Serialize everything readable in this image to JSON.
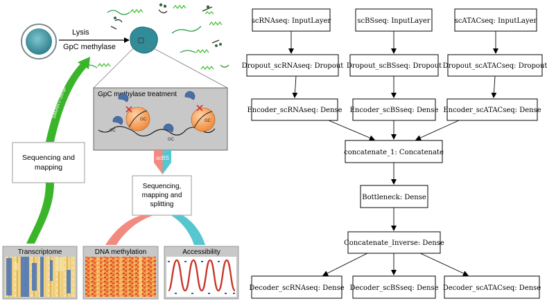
{
  "workflow": {
    "lysis_label": "Lysis",
    "methylase_label": "GpC methylase",
    "treatment_title": "GpC methylase treatment",
    "gc_label": "GC",
    "smart_seq_label": "SMART-Seq2",
    "seq_mapping_label_line1": "Sequencing and",
    "seq_mapping_label_line2": "mapping",
    "scbs_label": "scBS",
    "seq_split_line1": "Sequencing,",
    "seq_split_line2": "mapping and",
    "seq_split_line3": "splitting",
    "panel_transcriptome": "Transcriptome",
    "panel_dna_methylation": "DNA methylation",
    "panel_accessibility": "Accessibility",
    "colors": {
      "smart_green": "#3ab52a",
      "scbs_red": "#f28a80",
      "access_teal": "#56c6cf",
      "cell_teal": "#3f9aa6",
      "treatment_bg": "#c8c8c8",
      "nucleosome_orange": "#f6a25c",
      "enzyme_blue": "#4a6fa8",
      "accessibility_line": "#c8372a"
    }
  },
  "network": {
    "inputs": [
      "scRNAseq: InputLayer",
      "scBSseq: InputLayer",
      "scATACseq: InputLayer"
    ],
    "dropouts": [
      "Dropout_scRNAseq: Dropout",
      "Dropout_scBSseq: Dropout",
      "Dropout_scATACseq: Dropout"
    ],
    "encoders": [
      "Encoder_scRNAseq: Dense",
      "Encoder_scBSseq: Dense",
      "Encoder_scATACseq: Dense"
    ],
    "concatenate": "concatenate_1: Concatenate",
    "bottleneck": "Bottleneck: Dense",
    "concat_inverse": "Concatenate_Inverse: Dense",
    "decoders": [
      "Decoder_scRNAseq: Dense",
      "Decoder_scBSseq: Dense",
      "Decoder_scATACseq: Dense"
    ]
  }
}
